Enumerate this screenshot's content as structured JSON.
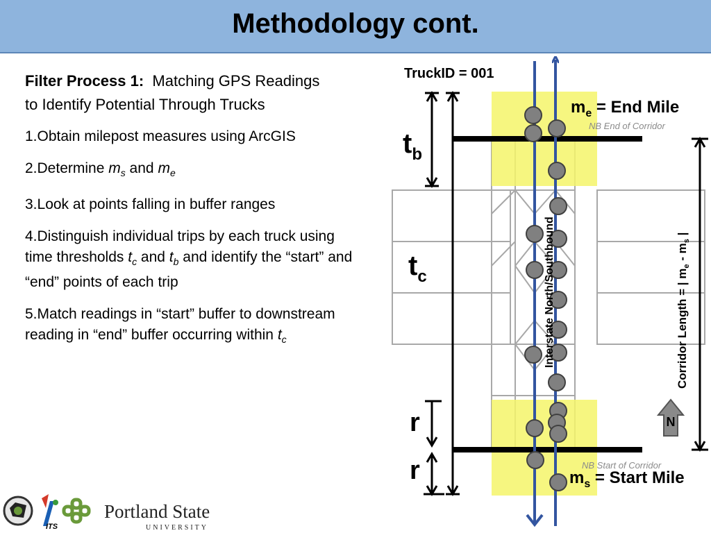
{
  "slide": {
    "title": "Methodology cont.",
    "heading_bold": "Filter Process 1:",
    "heading_rest_line1": "Matching GPS Readings",
    "heading_rest_line2": "to Identify Potential Through Trucks",
    "steps": [
      {
        "num": "1.",
        "text": "Obtain milepost measures using ArcGIS"
      },
      {
        "num": "2.",
        "a": "Determine ",
        "m1": "m",
        "s1": "s",
        "mid": " and ",
        "m2": "m",
        "s2": "e"
      },
      {
        "num": "3.",
        "text": "Look at points falling in buffer ranges"
      },
      {
        "num": "4.",
        "a": "Distinguish individual trips by each truck using time thresholds ",
        "t1": "t",
        "s1": "c",
        "mid": " and ",
        "t2": "t",
        "s2": "b",
        "b": " and identify the “start” and “end” points of each trip"
      },
      {
        "num": "5.",
        "a": "Match readings in “start” buffer to downstream reading in “end” buffer occurring within ",
        "t1": "t",
        "s1": "c"
      }
    ]
  },
  "diagram": {
    "truck_id": "TruckID = 001",
    "end_mile_m": "m",
    "end_mile_sub": "e",
    "end_mile_rest": " = End Mile",
    "start_mile_m": "m",
    "start_mile_sub": "s",
    "start_mile_rest": " = Start Mile",
    "nb_end": "NB End of Corridor",
    "nb_start": "NB Start of Corridor",
    "tb_main": "t",
    "tb_sub": "b",
    "tc_main": "t",
    "tc_sub": "c",
    "r_top": "r",
    "r_bottom": "r",
    "interstate_label": "Interstate North/Southbound",
    "corridor_length": "Corridor Length = | m",
    "corridor_sub_e": "e",
    "corridor_mid": " - m",
    "corridor_sub_s": "s",
    "corridor_end": " |",
    "north_label": "N",
    "colors": {
      "buffer": "#f5f56a",
      "highway": "#3355a0",
      "points": "#808080",
      "grid": "#a0a0a0"
    }
  },
  "footer": {
    "university_name": "Portland State",
    "university_sub": "UNIVERSITY",
    "its_label": "ITS"
  }
}
